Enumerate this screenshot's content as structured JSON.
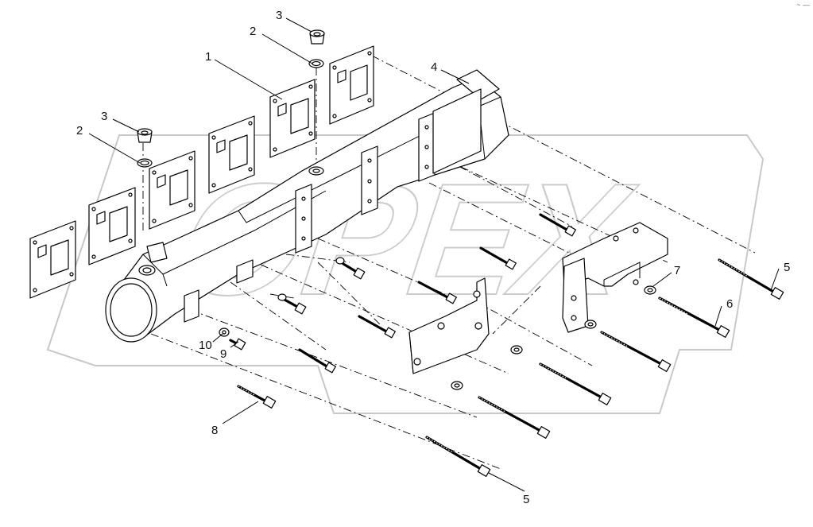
{
  "diagram": {
    "watermark": "OPEX",
    "corner_mark": "~ —",
    "callouts": [
      {
        "id": "c1",
        "label": "1"
      },
      {
        "id": "c2a",
        "label": "2"
      },
      {
        "id": "c2b",
        "label": "2"
      },
      {
        "id": "c3a",
        "label": "3"
      },
      {
        "id": "c3b",
        "label": "3"
      },
      {
        "id": "c4",
        "label": "4"
      },
      {
        "id": "c5a",
        "label": "5"
      },
      {
        "id": "c5b",
        "label": "5"
      },
      {
        "id": "c6",
        "label": "6"
      },
      {
        "id": "c7",
        "label": "7"
      },
      {
        "id": "c8",
        "label": "8"
      },
      {
        "id": "c9",
        "label": "9"
      },
      {
        "id": "c10",
        "label": "10"
      }
    ]
  }
}
